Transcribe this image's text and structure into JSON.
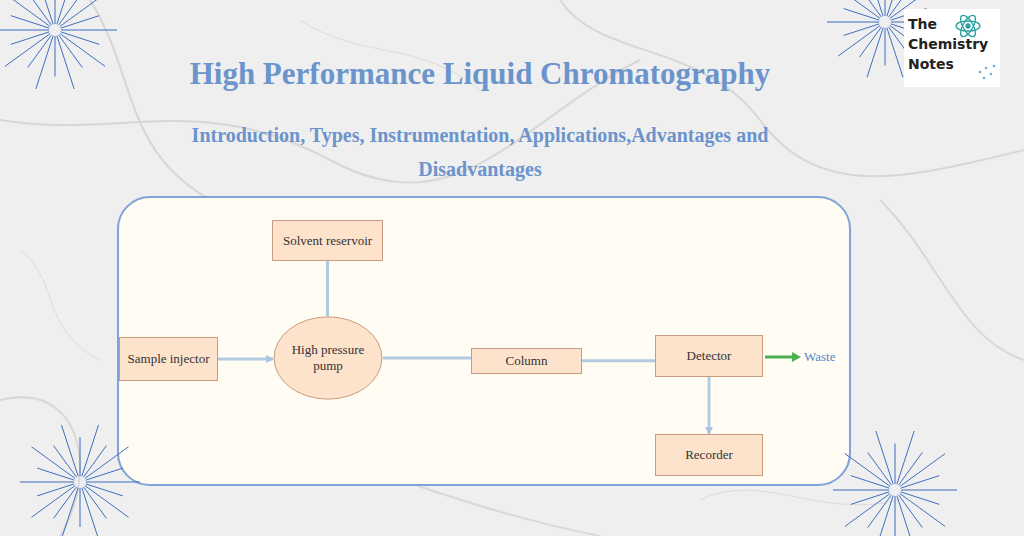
{
  "diagram": {
    "title": "High Performance Liquid Chromatography",
    "nodes": [
      {
        "text": [
          "Solvent reservoir"
        ]
      },
      {
        "text": [
          "Sample injector"
        ]
      },
      {
        "text": [
          "High pressure pump"
        ]
      },
      {
        "text": [
          "Column"
        ]
      },
      {
        "text": [
          "Detector"
        ]
      },
      {
        "text": [
          "Recorder"
        ]
      }
    ],
    "edges": [
      {
        "from": 0,
        "to": 2,
        "arrow": "none"
      },
      {
        "from": 1,
        "to": 2,
        "arrow": "to"
      },
      {
        "from": 2,
        "to": 3,
        "arrow": "none"
      },
      {
        "from": 3,
        "to": 4,
        "arrow": "none"
      },
      {
        "from": 4,
        "to": 5,
        "arrow": "to"
      }
    ],
    "labels": [
      "Introduction, Types, Instrumentation, Applications,Advantages and Disadvantages",
      "The Chemistry Notes",
      "Waste"
    ]
  }
}
